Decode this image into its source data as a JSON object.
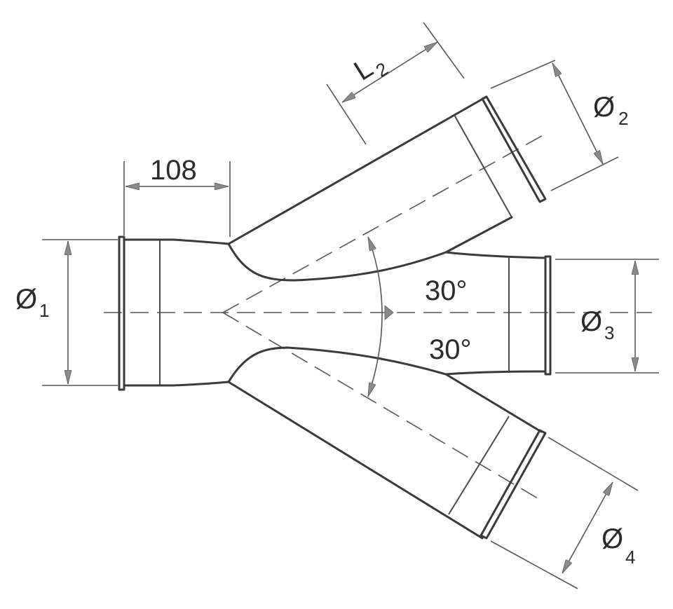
{
  "labels": {
    "length_main": "108",
    "length_branch": "L",
    "length_branch_sub": "2",
    "angle_upper": "30°",
    "angle_lower": "30°",
    "diameter_symbol": "Ø",
    "d1_sub": "1",
    "d2_sub": "2",
    "d3_sub": "3",
    "d4_sub": "4"
  }
}
